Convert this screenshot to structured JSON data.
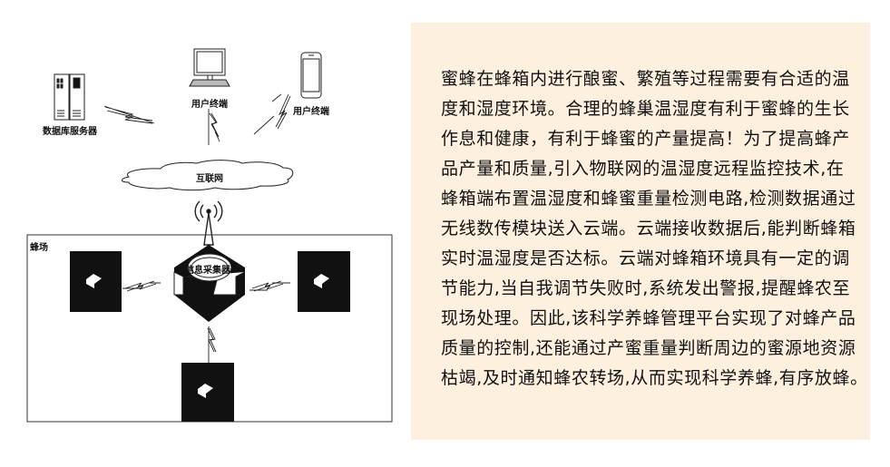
{
  "diagram": {
    "server_label": "数据库服务器",
    "terminal_pc_label": "用户终端",
    "terminal_phone_label": "用户终端",
    "cloud_label": "互联网",
    "field_label": "蜂场",
    "collector_label": "信息采集器"
  },
  "panel": {
    "lines": [
      "蜜蜂在蜂箱内进行酿蜜、繁殖等过程需要有合适的温",
      "度和湿度环境。合理的蜂巢温湿度有利于蜜蜂的生长",
      "作息和健康，有利于蜂蜜的产量提高！为了提高蜂产",
      "品产量和质量,引入物联网的温湿度远程监控技术,在",
      "蜂箱端布置温湿度和蜂蜜重量检测电路,检测数据通过",
      "无线数传模块送入云端。云端接收数据后,能判断蜂箱",
      "实时温湿度是否达标。云端对蜂箱环境具有一定的调",
      "节能力,当自我调节失败时,系统发出警报,提醒蜂农至",
      "现场处理。因此,该科学养蜂管理平台实现了对蜂产品",
      "质量的控制,还能通过产蜜重量判断周边的蜜源地资源",
      "枯竭,及时通知蜂农转场,从而实现科学养蜂,有序放蜂。"
    ]
  }
}
